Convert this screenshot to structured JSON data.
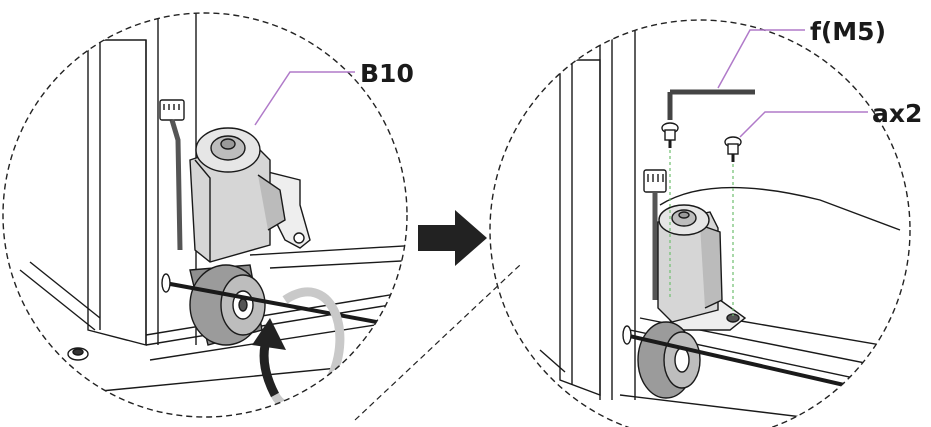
{
  "labels": {
    "part_left": "B10",
    "tool_right": "f(M5)",
    "screws_right": "ax2"
  },
  "colors": {
    "line": "#1a1a1a",
    "leader": "#b07ac9",
    "guide": "#6fbf6f",
    "motor_body": "#d6d6d6",
    "motor_dark": "#3a3a3a",
    "arrow": "#222222",
    "rotation_light": "#c9c9c9"
  },
  "icons": {
    "transition": "arrow-right-icon",
    "rotation": "rotate-arrow-icon"
  }
}
